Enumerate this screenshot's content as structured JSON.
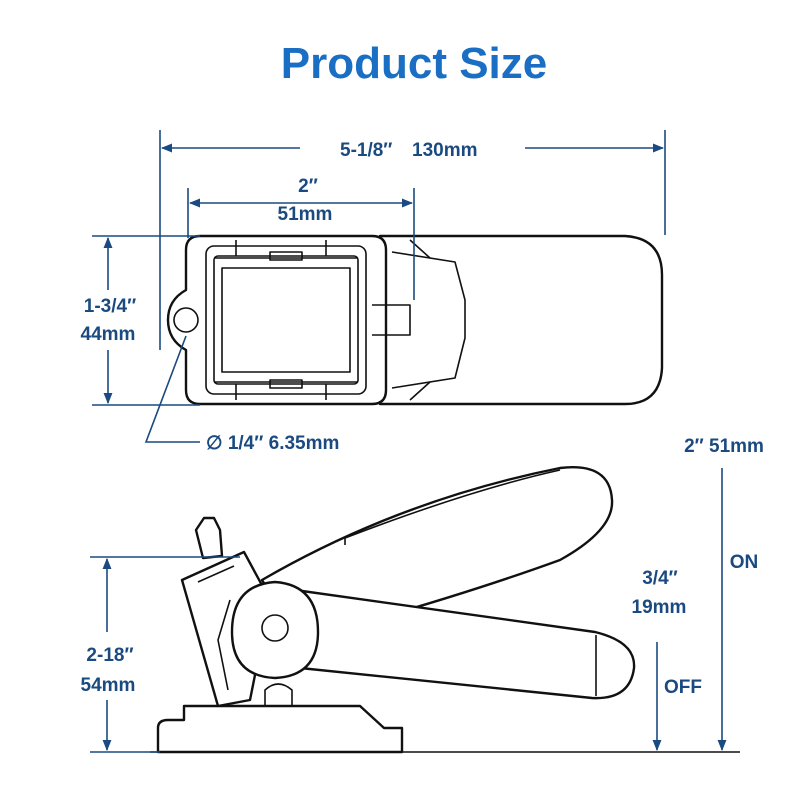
{
  "title": "Product Size",
  "dimensions": {
    "overall_length": {
      "inch": "5-1/8″",
      "mm": "130mm"
    },
    "housing_width": {
      "inch": "2″",
      "mm": "51mm"
    },
    "height_top": {
      "inch": "1-3/4″",
      "mm": "44mm"
    },
    "hole_diameter": {
      "label": "∅ 1/4″  6.35mm"
    },
    "side_height": {
      "inch": "2-18″",
      "mm": "54mm"
    },
    "travel": {
      "inch": "3/4″",
      "mm": "19mm"
    },
    "float_height": {
      "label": "2″ 51mm"
    },
    "state_on": "ON",
    "state_off": "OFF"
  },
  "colors": {
    "title": "#1a6fc4",
    "dimension": "#1a4a80",
    "outline": "#111111"
  }
}
